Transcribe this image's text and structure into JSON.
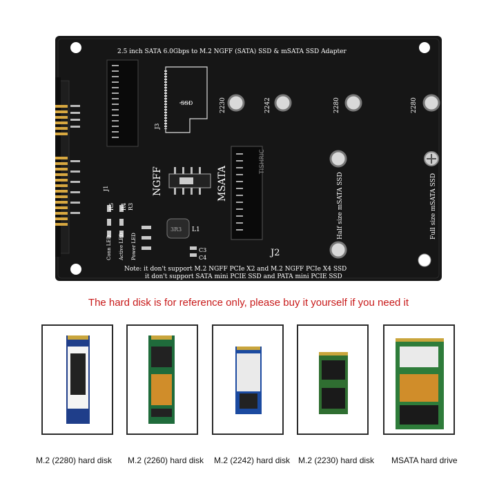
{
  "board": {
    "title": "2.5 inch SATA 6.0Gbps to M.2 NGFF (SATA) SSD & mSATA SSD Adapter",
    "labels": {
      "ssd": "SSD",
      "j3": "J3",
      "j1": "J1",
      "j2": "J2",
      "ngff": "NGFF",
      "msata": "MSATA",
      "l1": "L1",
      "c3": "C3",
      "c4": "C4",
      "r5": "R5",
      "r4": "R4",
      "r3": "R3",
      "conn_led": "Conn LED",
      "active_led": "Active LED",
      "power_led": "Power LED",
      "inductor": "3R3",
      "brand": "TISHRIC",
      "size_2230": "2230",
      "size_2242": "2242",
      "size_2280a": "2280",
      "size_2280b": "2280",
      "half_msata": "Half size mSATA SSD",
      "full_msata": "Full size mSATA SSD",
      "note1": "Note: it don't support M.2 NGFF PCIe X2 and M.2 NGFF PCIe X4 SSD",
      "note2": "it don't support SATA mini PCIE SSD and PATA mini PCIE SSD"
    }
  },
  "notice": "The hard disk is for reference only, please buy it yourself if you need it",
  "drives": [
    {
      "caption": "M.2 (2280) hard disk",
      "icon": "m2-2280-ssd-icon"
    },
    {
      "caption": "M.2 (2260) hard disk",
      "icon": "m2-2260-ssd-icon"
    },
    {
      "caption": "M.2 (2242) hard disk",
      "icon": "m2-2242-ssd-icon"
    },
    {
      "caption": "M.2 (2230) hard disk",
      "icon": "m2-2230-ssd-icon"
    },
    {
      "caption": "MSATA hard drive",
      "icon": "msata-ssd-icon"
    }
  ]
}
